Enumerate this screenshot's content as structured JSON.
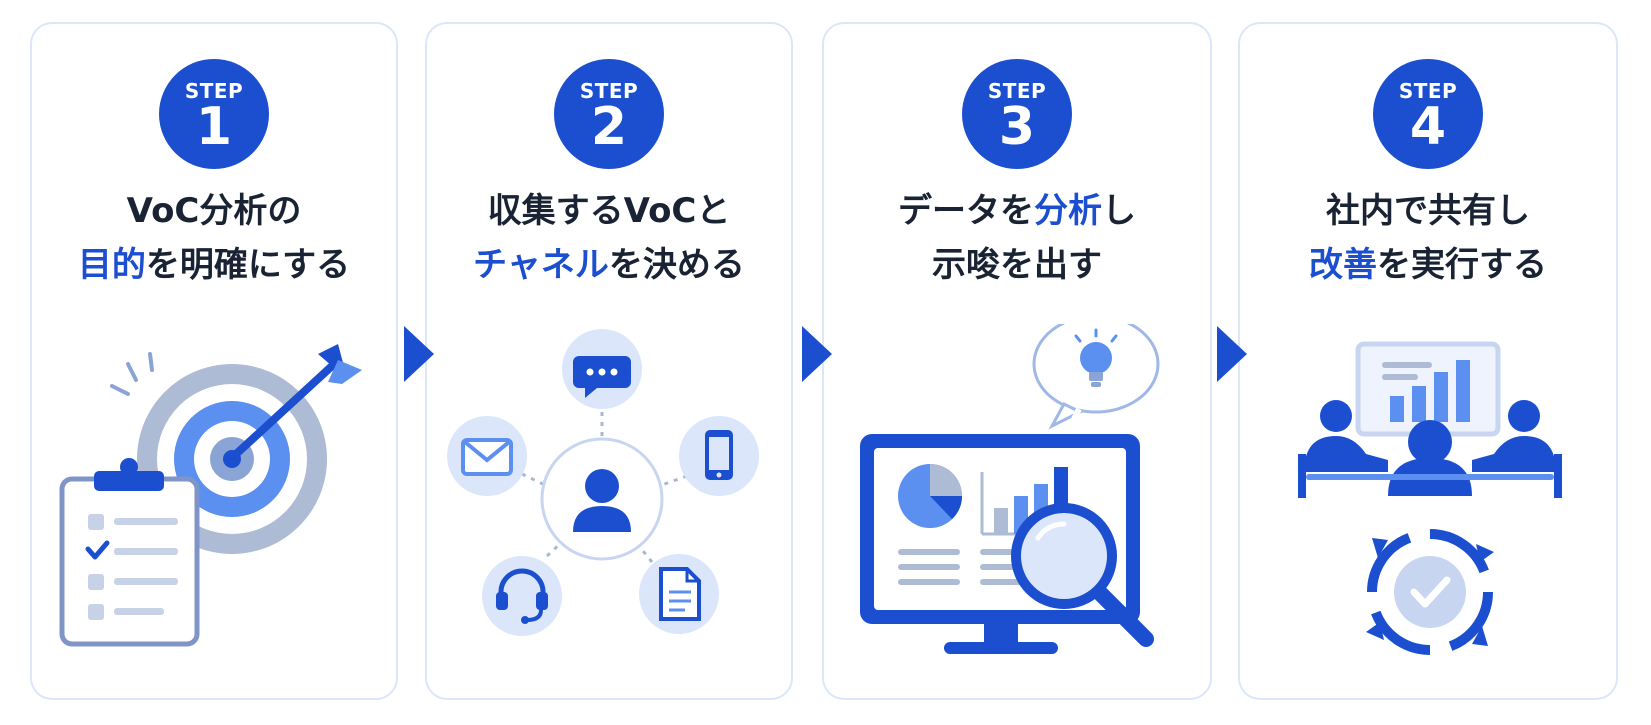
{
  "steps": [
    {
      "badge_label": "STEP",
      "number": "1",
      "title_line1": [
        {
          "text": "VoC分析の",
          "hl": false
        }
      ],
      "title_line2": [
        {
          "text": "目的",
          "hl": true
        },
        {
          "text": "を明確にする",
          "hl": false
        }
      ]
    },
    {
      "badge_label": "STEP",
      "number": "2",
      "title_line1": [
        {
          "text": "収集するVoCと",
          "hl": false
        }
      ],
      "title_line2": [
        {
          "text": "チャネル",
          "hl": true
        },
        {
          "text": "を決める",
          "hl": false
        }
      ]
    },
    {
      "badge_label": "STEP",
      "number": "3",
      "title_line1": [
        {
          "text": "データを",
          "hl": false
        },
        {
          "text": "分析",
          "hl": true
        },
        {
          "text": "し",
          "hl": false
        }
      ],
      "title_line2": [
        {
          "text": "示唆を出す",
          "hl": false
        }
      ]
    },
    {
      "badge_label": "STEP",
      "number": "4",
      "title_line1": [
        {
          "text": "社内で共有し",
          "hl": false
        }
      ],
      "title_line2": [
        {
          "text": "改善",
          "hl": true
        },
        {
          "text": "を実行する",
          "hl": false
        }
      ]
    }
  ],
  "icons": {
    "step1": [
      "target-icon",
      "arrow-icon",
      "clipboard-checklist-icon"
    ],
    "step2": [
      "chat-bubble-icon",
      "mail-icon",
      "smartphone-icon",
      "user-icon",
      "headset-icon",
      "document-icon"
    ],
    "step3": [
      "lightbulb-icon",
      "monitor-icon",
      "pie-chart-icon",
      "bar-chart-icon",
      "magnifier-icon"
    ],
    "step4": [
      "presentation-board-icon",
      "team-meeting-icon",
      "cycle-check-icon"
    ]
  },
  "colors": {
    "primary": "#1b4fd0",
    "mid": "#5b8ff0",
    "light": "#dbe6fb",
    "gray": "#a8b7d3",
    "text": "#1a2333"
  }
}
